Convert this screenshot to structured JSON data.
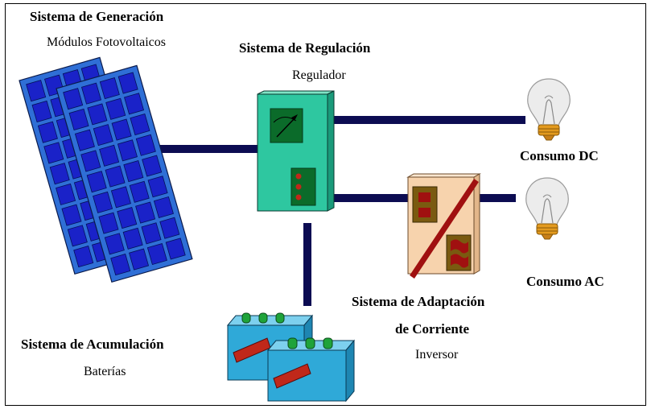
{
  "generation": {
    "title": "Sistema de Generación",
    "subtitle": "Módulos Fotovoltaicos"
  },
  "regulation": {
    "title": "Sistema de Regulación",
    "subtitle": "Regulador"
  },
  "consumo_dc": "Consumo DC",
  "consumo_ac": "Consumo AC",
  "adaptation": {
    "title_line1": "Sistema de Adaptación",
    "title_line2": "de Corriente",
    "subtitle": "Inversor"
  },
  "accumulation": {
    "title": "Sistema de Acumulación",
    "subtitle": "Baterías"
  },
  "colors": {
    "panel": "#2f6fd6",
    "cell": "#1a22c8",
    "regulator": "#2ec7a0",
    "inverter": "#f7d3ad",
    "inverter_slash": "#a01010",
    "battery": "#2fa9d8",
    "battery_cap": "#1fa33a",
    "wire": "#0c0c52"
  }
}
